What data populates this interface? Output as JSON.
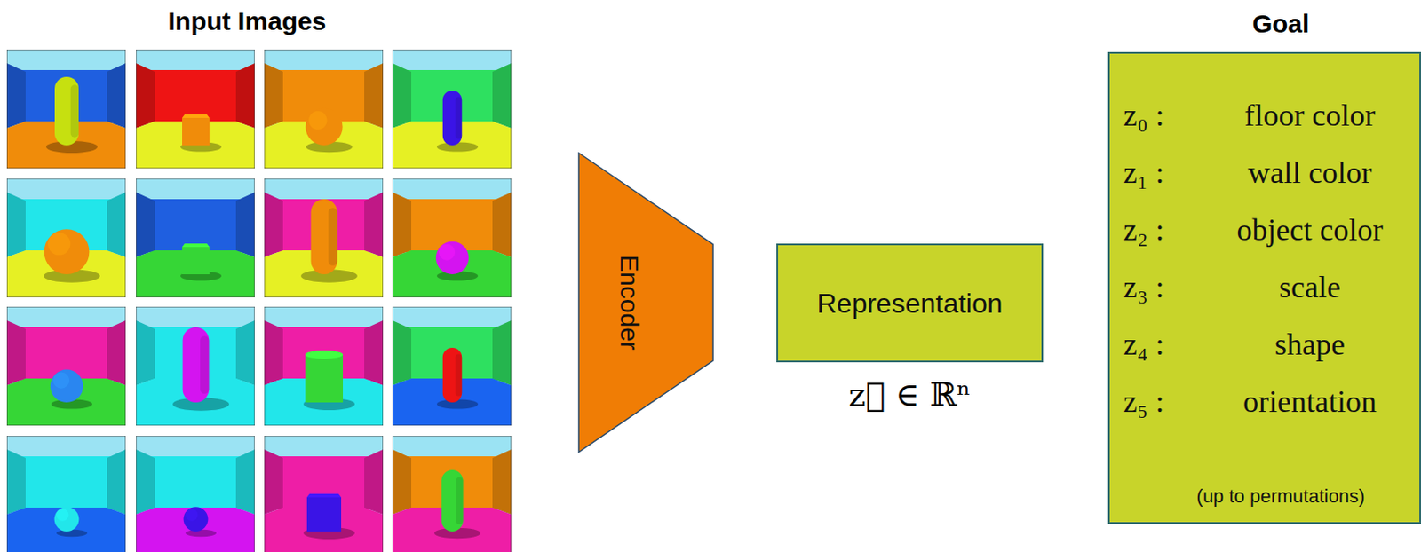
{
  "diagram": {
    "nodes": [
      {
        "text": [
          "Encoder"
        ]
      },
      {
        "text": [
          "Representation"
        ]
      },
      {
        "text": [
          "Goal",
          "z₀ :",
          "floor color",
          "z₁ :",
          "wall color",
          "z₂ :",
          "object color",
          "z₃ :",
          "scale",
          "z₄ :",
          "shape",
          "z₅ :",
          "orientation",
          "(up to permutations)"
        ]
      }
    ],
    "labels": [
      "Input Images",
      "z⃗ ∈ ℝⁿ"
    ]
  }
}
